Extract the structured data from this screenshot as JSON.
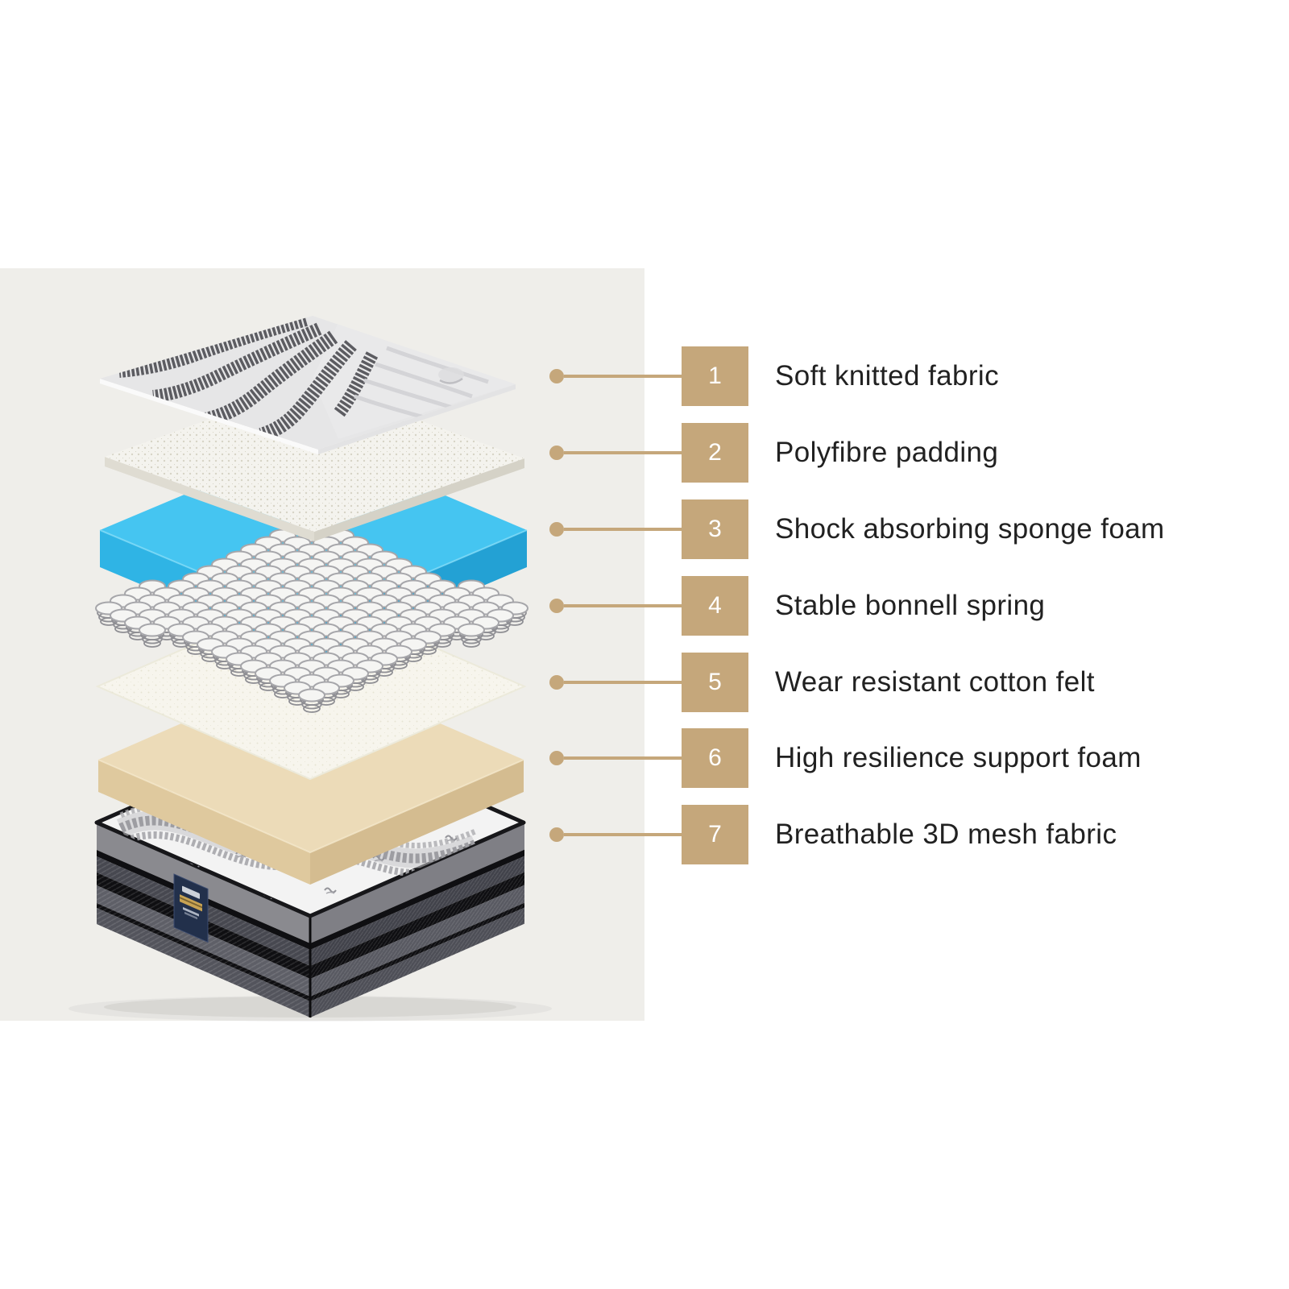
{
  "legend": {
    "rows": [
      {
        "number": "1",
        "label": "Soft knitted fabric"
      },
      {
        "number": "2",
        "label": "Polyfibre padding"
      },
      {
        "number": "3",
        "label": "Shock absorbing sponge foam"
      },
      {
        "number": "4",
        "label": "Stable bonnell spring"
      },
      {
        "number": "5",
        "label": "Wear resistant cotton felt"
      },
      {
        "number": "6",
        "label": "High resilience support foam"
      },
      {
        "number": "7",
        "label": "Breathable 3D mesh fabric"
      }
    ]
  },
  "illustration": {
    "layer_count": 7,
    "colors": {
      "background": "#efeeea",
      "accent_tan": "#c5a77b",
      "badge_number": "#ffffff",
      "label_text": "#212121",
      "foam_blue_top": "#45c5f1",
      "foam_blue_side": "#23a1d4",
      "support_foam_top": "#ecdbb8",
      "support_foam_side": "#d4bc90",
      "spring_gray": "#a6a6aa",
      "felt_ivory": "#f7f5ed",
      "padding_white": "#f4f3ee",
      "knit_dark_stripe": "#4c4c52",
      "mattress_quilt": "#f3f3f3",
      "mattress_side_black": "#0f0f12",
      "mattress_side_gray": "#8a8a8f",
      "tag_navy": "#22304b",
      "tag_gold": "#c8a353"
    }
  }
}
